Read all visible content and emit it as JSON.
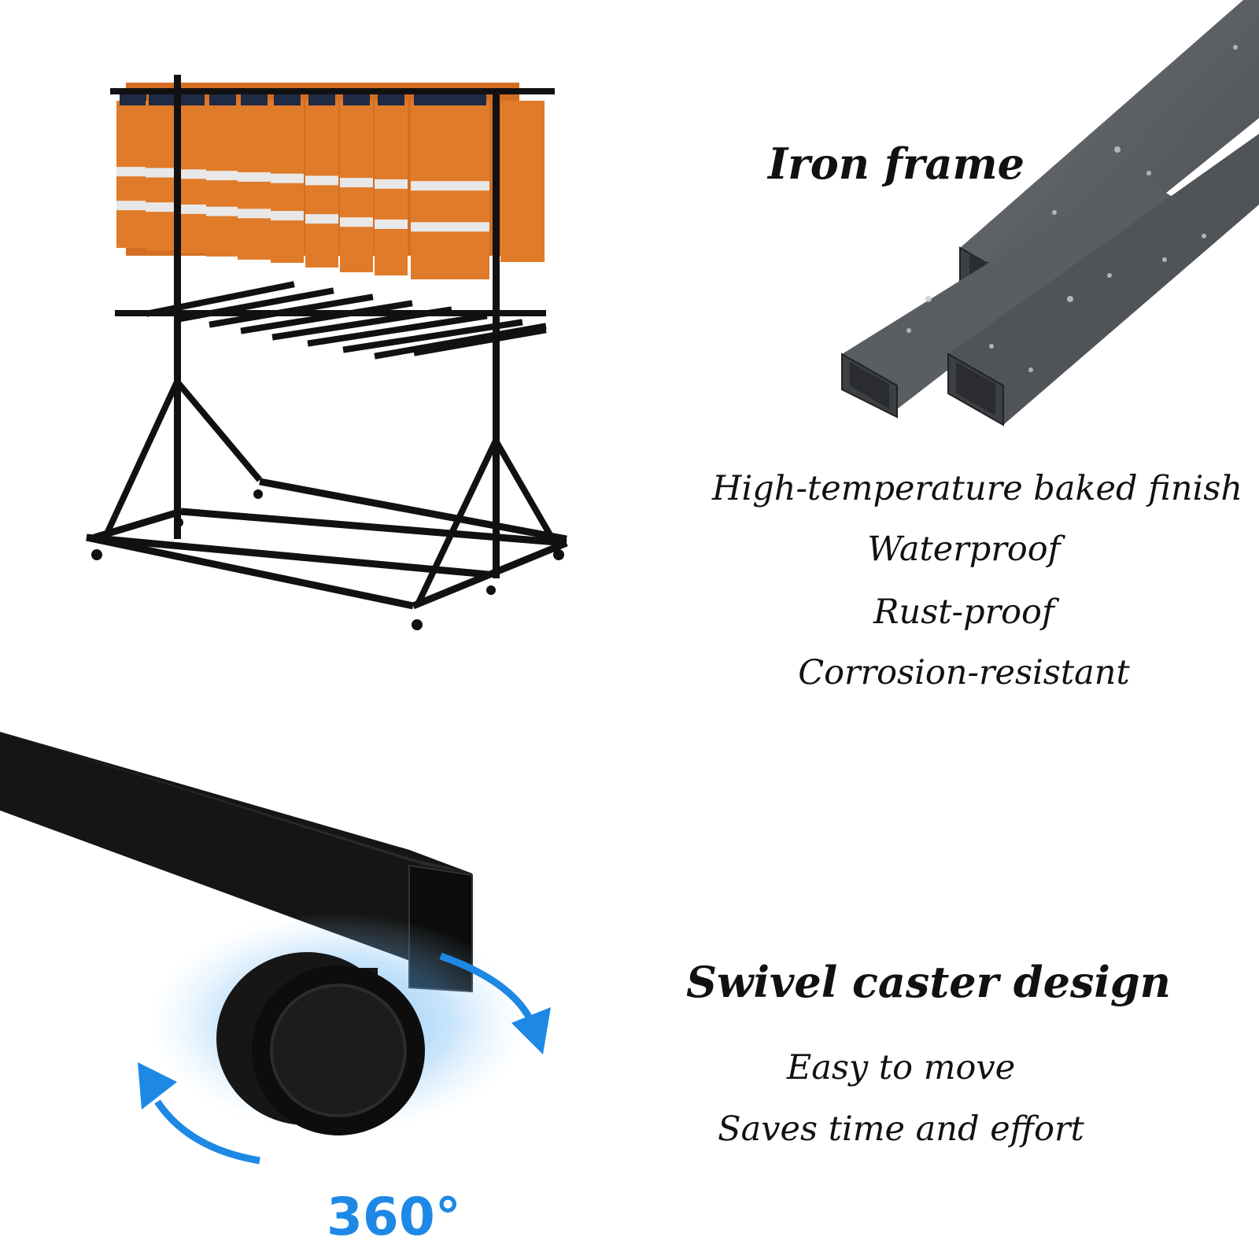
{
  "iron_frame": {
    "title": "Iron frame",
    "features": [
      "High-temperature baked finish",
      "Waterproof",
      "Rust-proof",
      "Corrosion-resistant"
    ]
  },
  "swivel_caster": {
    "title": "Swivel caster design",
    "features": [
      "Easy to move",
      "Saves time and effort"
    ],
    "rotation_label": "360°"
  },
  "colors": {
    "vest_orange": "#e07b2a",
    "reflective_stripe": "#e8e8e8",
    "frame_black": "#111111",
    "tube_grey": "#55585c",
    "rotation_blue": "#1e88e5"
  }
}
